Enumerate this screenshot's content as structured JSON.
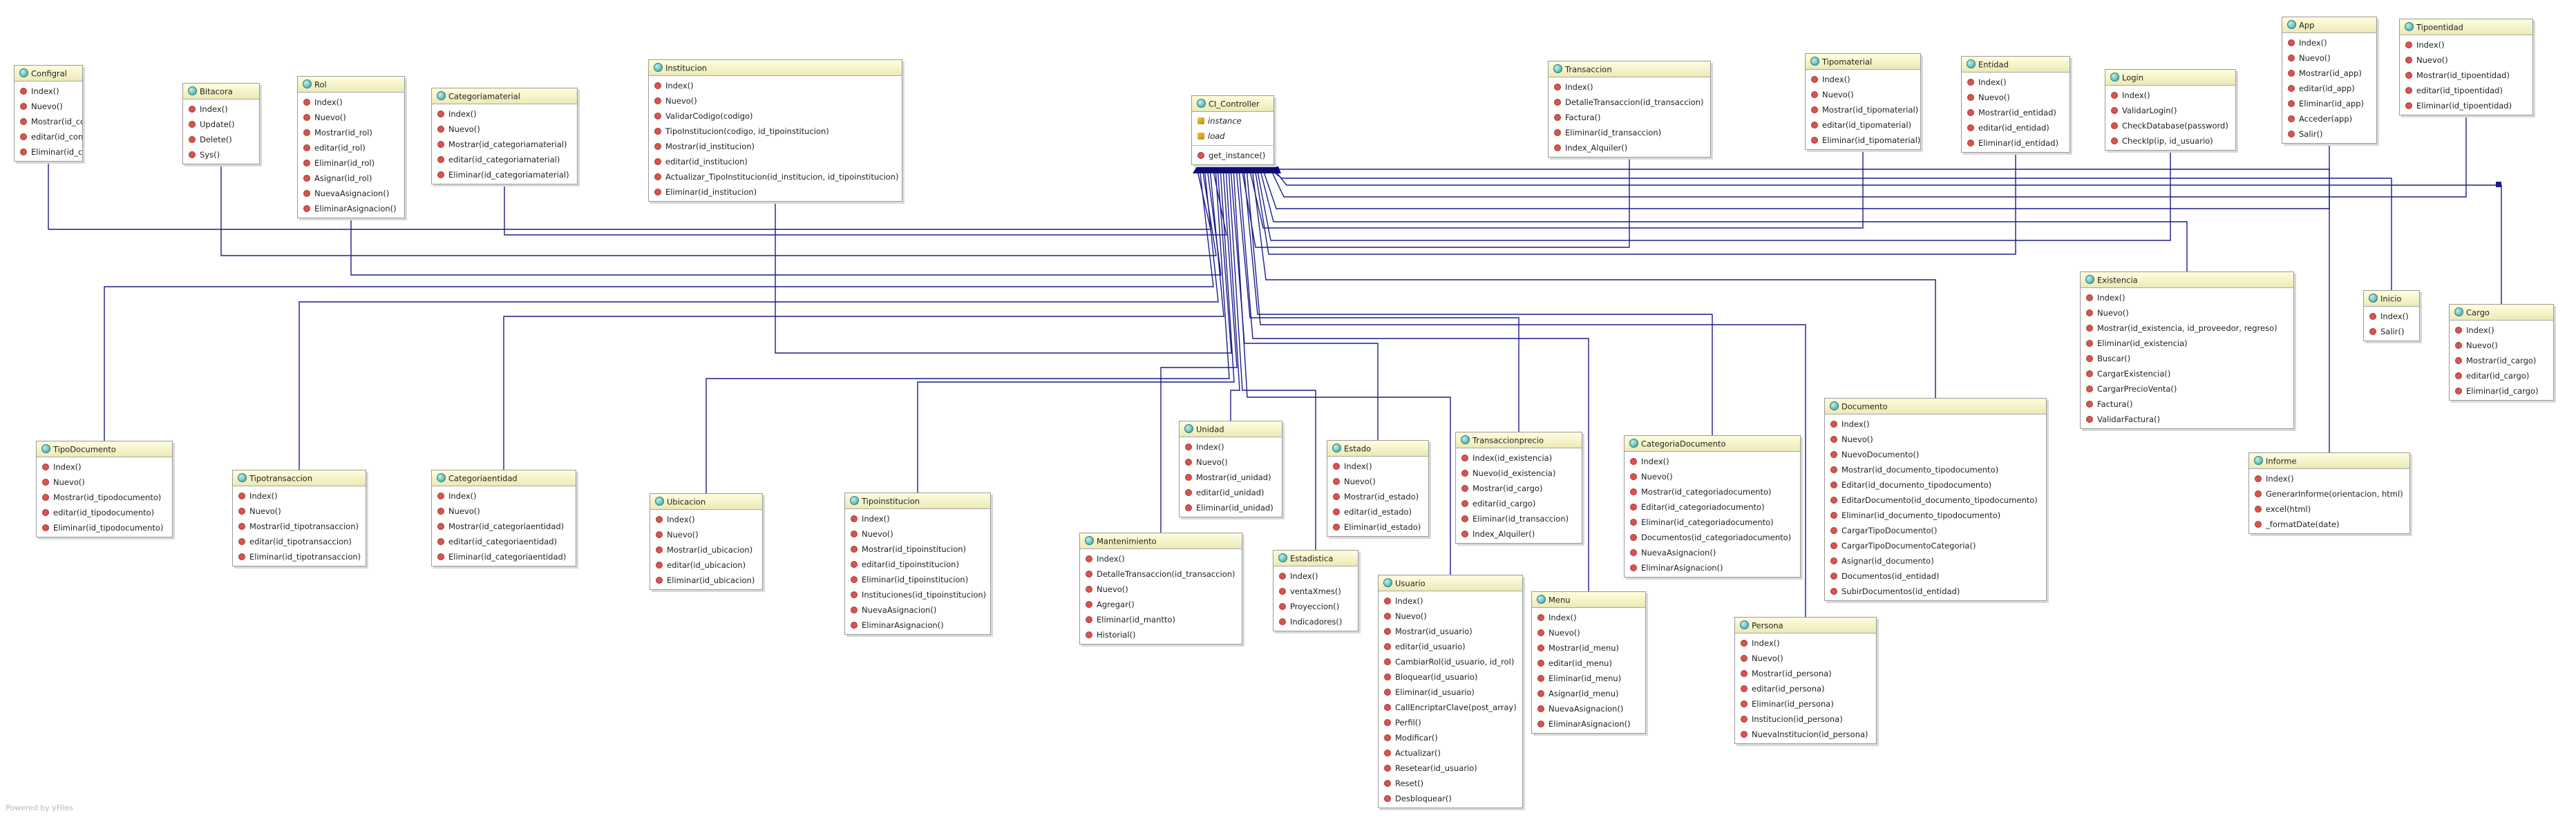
{
  "footer": "Powered by yFiles",
  "hub": {
    "name": "CI_Controller",
    "fields": [
      "instance",
      "load"
    ],
    "methods": [
      "get_instance()"
    ]
  },
  "classes": [
    {
      "id": "configral",
      "name": "Configral",
      "methods": [
        "Index()",
        "Nuevo()",
        "Mostrar(id_configral)",
        "editar(id_configral)",
        "Eliminar(id_configral)"
      ]
    },
    {
      "id": "bitacora",
      "name": "Bitacora",
      "methods": [
        "Index()",
        "Update()",
        "Delete()",
        "Sys()"
      ]
    },
    {
      "id": "rol",
      "name": "Rol",
      "methods": [
        "Index()",
        "Nuevo()",
        "Mostrar(id_rol)",
        "editar(id_rol)",
        "Eliminar(id_rol)",
        "Asignar(id_rol)",
        "NuevaAsignacion()",
        "EliminarAsignacion()"
      ]
    },
    {
      "id": "categoriamaterial",
      "name": "Categoriamaterial",
      "methods": [
        "Index()",
        "Nuevo()",
        "Mostrar(id_categoriamaterial)",
        "editar(id_categoriamaterial)",
        "Eliminar(id_categoriamaterial)"
      ]
    },
    {
      "id": "institucion",
      "name": "Institucion",
      "methods": [
        "Index()",
        "Nuevo()",
        "ValidarCodigo(codigo)",
        "TipoInstitucion(codigo, id_tipoinstitucion)",
        "Mostrar(id_institucion)",
        "editar(id_institucion)",
        "Actualizar_TipoInstitucion(id_institucion, id_tipoinstitucion)",
        "Eliminar(id_institucion)"
      ]
    },
    {
      "id": "transaccion",
      "name": "Transaccion",
      "methods": [
        "Index()",
        "DetalleTransaccion(id_transaccion)",
        "Factura()",
        "Eliminar(id_transaccion)",
        "Index_Alquiler()"
      ]
    },
    {
      "id": "tipomaterial",
      "name": "Tipomaterial",
      "methods": [
        "Index()",
        "Nuevo()",
        "Mostrar(id_tipomaterial)",
        "editar(id_tipomaterial)",
        "Eliminar(id_tipomaterial)"
      ]
    },
    {
      "id": "entidad",
      "name": "Entidad",
      "methods": [
        "Index()",
        "Nuevo()",
        "Mostrar(id_entidad)",
        "editar(id_entidad)",
        "Eliminar(id_entidad)"
      ]
    },
    {
      "id": "login",
      "name": "Login",
      "methods": [
        "Index()",
        "ValidarLogin()",
        "CheckDatabase(password)",
        "CheckIp(ip, id_usuario)"
      ]
    },
    {
      "id": "app",
      "name": "App",
      "methods": [
        "Index()",
        "Nuevo()",
        "Mostrar(id_app)",
        "editar(id_app)",
        "Eliminar(id_app)",
        "Acceder(app)",
        "Salir()"
      ]
    },
    {
      "id": "tipoentidad",
      "name": "Tipoentidad",
      "methods": [
        "Index()",
        "Nuevo()",
        "Mostrar(id_tipoentidad)",
        "editar(id_tipoentidad)",
        "Eliminar(id_tipoentidad)"
      ]
    },
    {
      "id": "existencia",
      "name": "Existencia",
      "methods": [
        "Index()",
        "Nuevo()",
        "Mostrar(id_existencia, id_proveedor, regreso)",
        "Eliminar(id_existencia)",
        "Buscar()",
        "CargarExistencia()",
        "CargarPrecioVenta()",
        "Factura()",
        "ValidarFactura()"
      ]
    },
    {
      "id": "inicio",
      "name": "Inicio",
      "methods": [
        "Index()",
        "Salir()"
      ]
    },
    {
      "id": "cargo",
      "name": "Cargo",
      "methods": [
        "Index()",
        "Nuevo()",
        "Mostrar(id_cargo)",
        "editar(id_cargo)",
        "Eliminar(id_cargo)"
      ]
    },
    {
      "id": "informe",
      "name": "Informe",
      "methods": [
        "Index()",
        "GenerarInforme(orientacion, html)",
        "excel(html)",
        "_formatDate(date)"
      ]
    },
    {
      "id": "documento",
      "name": "Documento",
      "methods": [
        "Index()",
        "Nuevo()",
        "NuevoDocumento()",
        "Mostrar(id_documento_tipodocumento)",
        "Editar(id_documento_tipodocumento)",
        "EditarDocumento(id_documento_tipodocumento)",
        "Eliminar(id_documento_tipodocumento)",
        "CargarTipoDocumento()",
        "CargarTipoDocumentoCategoria()",
        "Asignar(id_documento)",
        "Documentos(id_entidad)",
        "SubirDocumentos(id_entidad)"
      ]
    },
    {
      "id": "tipodocumento",
      "name": "TipoDocumento",
      "methods": [
        "Index()",
        "Nuevo()",
        "Mostrar(id_tipodocumento)",
        "editar(id_tipodocumento)",
        "Eliminar(id_tipodocumento)"
      ]
    },
    {
      "id": "tipotransaccion",
      "name": "Tipotransaccion",
      "methods": [
        "Index()",
        "Nuevo()",
        "Mostrar(id_tipotransaccion)",
        "editar(id_tipotransaccion)",
        "Eliminar(id_tipotransaccion)"
      ]
    },
    {
      "id": "categoriaentidad",
      "name": "Categoriaentidad",
      "methods": [
        "Index()",
        "Nuevo()",
        "Mostrar(id_categoriaentidad)",
        "editar(id_categoriaentidad)",
        "Eliminar(id_categoriaentidad)"
      ]
    },
    {
      "id": "ubicacion",
      "name": "Ubicacion",
      "methods": [
        "Index()",
        "Nuevo()",
        "Mostrar(id_ubicacion)",
        "editar(id_ubicacion)",
        "Eliminar(id_ubicacion)"
      ]
    },
    {
      "id": "tipoinstitucion",
      "name": "Tipoinstitucion",
      "methods": [
        "Index()",
        "Nuevo()",
        "Mostrar(id_tipoinstitucion)",
        "editar(id_tipoinstitucion)",
        "Eliminar(id_tipoinstitucion)",
        "Instituciones(id_tipoinstitucion)",
        "NuevaAsignacion()",
        "EliminarAsignacion()"
      ]
    },
    {
      "id": "unidad",
      "name": "Unidad",
      "methods": [
        "Index()",
        "Nuevo()",
        "Mostrar(id_unidad)",
        "editar(id_unidad)",
        "Eliminar(id_unidad)"
      ]
    },
    {
      "id": "estado",
      "name": "Estado",
      "methods": [
        "Index()",
        "Nuevo()",
        "Mostrar(id_estado)",
        "editar(id_estado)",
        "Eliminar(id_estado)"
      ]
    },
    {
      "id": "transaccionprecio",
      "name": "Transaccionprecio",
      "methods": [
        "Index(id_existencia)",
        "Nuevo(id_existencia)",
        "Mostrar(id_cargo)",
        "editar(id_cargo)",
        "Eliminar(id_transaccion)",
        "Index_Alquiler()"
      ]
    },
    {
      "id": "categoriadocumento",
      "name": "CategoriaDocumento",
      "methods": [
        "Index()",
        "Nuevo()",
        "Mostrar(id_categoriadocumento)",
        "Editar(id_categoriadocumento)",
        "Eliminar(id_categoriadocumento)",
        "Documentos(id_categoriadocumento)",
        "NuevaAsignacion()",
        "EliminarAsignacion()"
      ]
    },
    {
      "id": "mantenimiento",
      "name": "Mantenimiento",
      "methods": [
        "Index()",
        "DetalleTransaccion(id_transaccion)",
        "Nuevo()",
        "Agregar()",
        "Eliminar(id_mantto)",
        "Historial()"
      ]
    },
    {
      "id": "estadistica",
      "name": "Estadistica",
      "methods": [
        "Index()",
        "ventaXmes()",
        "Proyeccion()",
        "Indicadores()"
      ]
    },
    {
      "id": "usuario",
      "name": "Usuario",
      "methods": [
        "Index()",
        "Nuevo()",
        "Mostrar(id_usuario)",
        "editar(id_usuario)",
        "CambiarRol(id_usuario, id_rol)",
        "Bloquear(id_usuario)",
        "Eliminar(id_usuario)",
        "CallEncriptarClave(post_array)",
        "Perfil()",
        "Modificar()",
        "Actualizar()",
        "Resetear(id_usuario)",
        "Reset()",
        "Desbloquear()"
      ]
    },
    {
      "id": "menu",
      "name": "Menu",
      "methods": [
        "Index()",
        "Nuevo()",
        "Mostrar(id_menu)",
        "editar(id_menu)",
        "Eliminar(id_menu)",
        "Asignar(id_menu)",
        "NuevaAsignacion()",
        "EliminarAsignacion()"
      ]
    },
    {
      "id": "persona",
      "name": "Persona",
      "methods": [
        "Index()",
        "Nuevo()",
        "Mostrar(id_persona)",
        "editar(id_persona)",
        "Eliminar(id_persona)",
        "Institucion(id_persona)",
        "NuevaInstitucion(id_persona)"
      ]
    }
  ]
}
